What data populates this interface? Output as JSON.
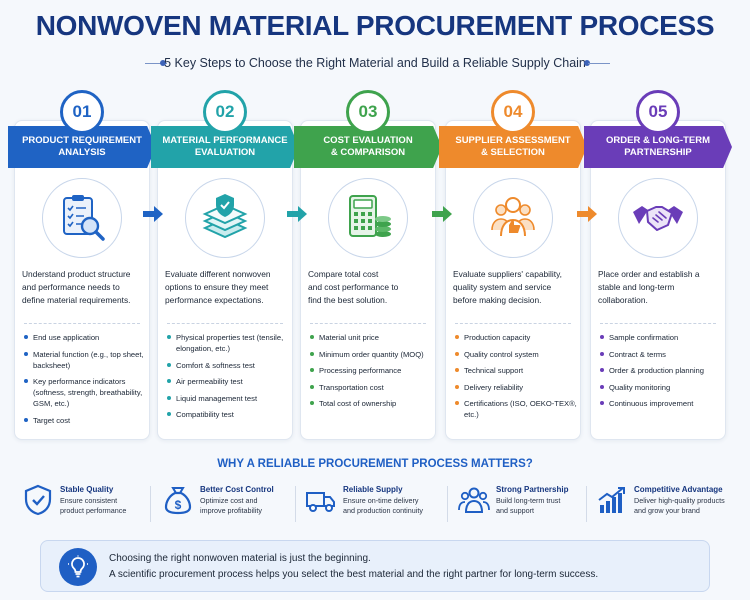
{
  "header": {
    "title": "NONWOVEN MATERIAL PROCUREMENT PROCESS",
    "subtitle": "5 Key Steps to Choose the Right Material and Build a Reliable Supply Chain"
  },
  "colors": {
    "blue": "#1f63c4",
    "teal": "#22a3a9",
    "green": "#3fa34d",
    "orange": "#ee8a2c",
    "purple": "#6a3db8"
  },
  "steps": [
    {
      "num": "01",
      "title_lines": [
        "PRODUCT REQUIREMENT",
        "ANALYSIS"
      ],
      "icon": "checklist-magnifier-icon",
      "desc_lines": [
        "Understand product structure",
        "and performance needs to",
        "define material requirements."
      ],
      "items": [
        "End use application",
        "Material function (e.g., top sheet, backsheet)",
        "Key performance indicators (softness, strength, breathability, GSM, etc.)",
        "Target cost"
      ]
    },
    {
      "num": "02",
      "title_lines": [
        "MATERIAL PERFORMANCE",
        "EVALUATION"
      ],
      "icon": "layers-shield-icon",
      "desc_lines": [
        "Evaluate different nonwoven",
        "options to ensure they meet",
        "performance expectations."
      ],
      "items": [
        "Physical properties test (tensile, elongation, etc.)",
        "Comfort & softness test",
        "Air permeability test",
        "Liquid management test",
        "Compatibility test"
      ]
    },
    {
      "num": "03",
      "title_lines": [
        "COST EVALUATION",
        "& COMPARISON"
      ],
      "icon": "calculator-coins-icon",
      "desc_lines": [
        "Compare total cost",
        "and cost performance to",
        "find the best solution."
      ],
      "items": [
        "Material unit price",
        "Minimum order quantity (MOQ)",
        "Processing performance",
        "Transportation cost",
        "Total cost of ownership"
      ]
    },
    {
      "num": "04",
      "title_lines": [
        "SUPPLIER ASSESSMENT",
        "& SELECTION"
      ],
      "icon": "people-thumbs-up-icon",
      "desc_lines": [
        "Evaluate suppliers' capability,",
        "quality system and service",
        "before making decision."
      ],
      "items": [
        "Production capacity",
        "Quality control system",
        "Technical support",
        "Delivery reliability",
        "Certifications (ISO, OEKO-TEX®, etc.)"
      ]
    },
    {
      "num": "05",
      "title_lines": [
        "ORDER & LONG-TERM",
        "PARTNERSHIP"
      ],
      "icon": "handshake-icon",
      "desc_lines": [
        "Place order and establish a",
        "stable and long-term",
        "collaboration."
      ],
      "items": [
        "Sample confirmation",
        "Contract & terms",
        "Order & production planning",
        "Quality monitoring",
        "Continuous improvement"
      ]
    }
  ],
  "why": {
    "title": "WHY A RELIABLE PROCUREMENT PROCESS MATTERS?",
    "items": [
      {
        "icon": "shield-check-icon",
        "title": "Stable Quality",
        "lines": [
          "Ensure consistent",
          "product performance"
        ]
      },
      {
        "icon": "money-bag-icon",
        "title": "Better Cost Control",
        "lines": [
          "Optimize cost and",
          "improve profitability"
        ]
      },
      {
        "icon": "delivery-truck-icon",
        "title": "Reliable Supply",
        "lines": [
          "Ensure on-time delivery",
          "and production continuity"
        ]
      },
      {
        "icon": "team-icon",
        "title": "Strong Partnership",
        "lines": [
          "Build long-term trust",
          "and support"
        ]
      },
      {
        "icon": "growth-chart-icon",
        "title": "Competitive Advantage",
        "lines": [
          "Deliver high-quality products",
          "and grow your brand"
        ]
      }
    ]
  },
  "footer": {
    "icon": "lightbulb-icon",
    "line1": "Choosing the right nonwoven material is just the beginning.",
    "line2": "A scientific procurement process helps you select the best material and the right partner for long-term success."
  }
}
